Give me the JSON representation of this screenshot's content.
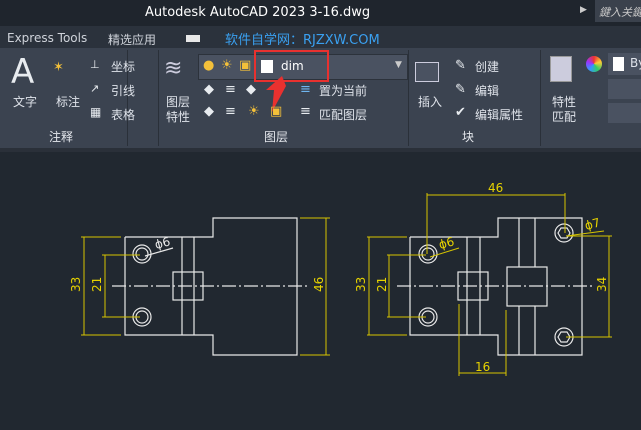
{
  "title": "Autodesk AutoCAD 2023    3-16.dwg",
  "search_placeholder": "鍵入关鍵",
  "menu": {
    "express_tools": "Express Tools",
    "featured_apps": "精选应用",
    "watermark": "软件自学网：RJZXW.COM"
  },
  "ribbon": {
    "annotation": {
      "text": "文字",
      "dimension": "标注",
      "coordinate": "坐标",
      "leader": "引线",
      "table": "表格",
      "group": "注释"
    },
    "layers": {
      "layer_properties_1": "图层",
      "layer_properties_2": "特性",
      "current_layer": "dim",
      "set_current": "置为当前",
      "match_layer": "匹配图层",
      "group": "图层"
    },
    "block": {
      "insert": "插入",
      "create": "创建",
      "edit": "编辑",
      "edit_attributes": "编辑属性",
      "group": "块"
    },
    "properties": {
      "match_1": "特性",
      "match_2": "匹配",
      "color": "By"
    }
  },
  "colors": {
    "highlight": "#e8312f",
    "dimension": "#e6d200",
    "geometry": "#e8e8e8",
    "watermark": "#3aa0f0"
  },
  "drawing": {
    "left": {
      "d33": "33",
      "d21": "21",
      "d46": "46",
      "hole": "ϕ6"
    },
    "right": {
      "d46": "46",
      "d33": "33",
      "d21": "21",
      "d34": "34",
      "d16": "16",
      "hole6": "ϕ6",
      "hole7": "ϕ7"
    }
  }
}
